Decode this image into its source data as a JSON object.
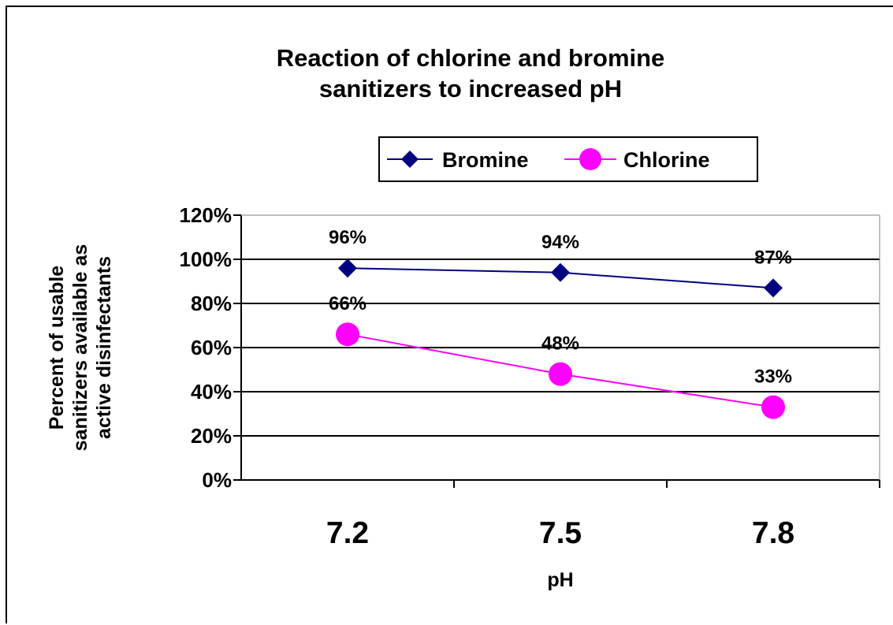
{
  "chart_data": {
    "type": "line",
    "title": [
      "Reaction of chlorine and bromine",
      "sanitizers to increased pH"
    ],
    "xlabel": "pH",
    "ylabel": [
      "Percent of usable",
      "sanitizers available as",
      "active disinfectants"
    ],
    "categories": [
      "7.2",
      "7.5",
      "7.8"
    ],
    "ylim": [
      0,
      1.2
    ],
    "y_ticks": [
      "0%",
      "20%",
      "40%",
      "60%",
      "80%",
      "100%",
      "120%"
    ],
    "grid": true,
    "legend_position": "top-right",
    "series": [
      {
        "name": "Bromine",
        "values": [
          0.96,
          0.94,
          0.87
        ],
        "labels": [
          "96%",
          "94%",
          "87%"
        ],
        "color": "#000080",
        "marker": "diamond"
      },
      {
        "name": "Chlorine",
        "values": [
          0.66,
          0.48,
          0.33
        ],
        "labels": [
          "66%",
          "48%",
          "33%"
        ],
        "color": "#ff00ff",
        "marker": "circle"
      }
    ]
  }
}
